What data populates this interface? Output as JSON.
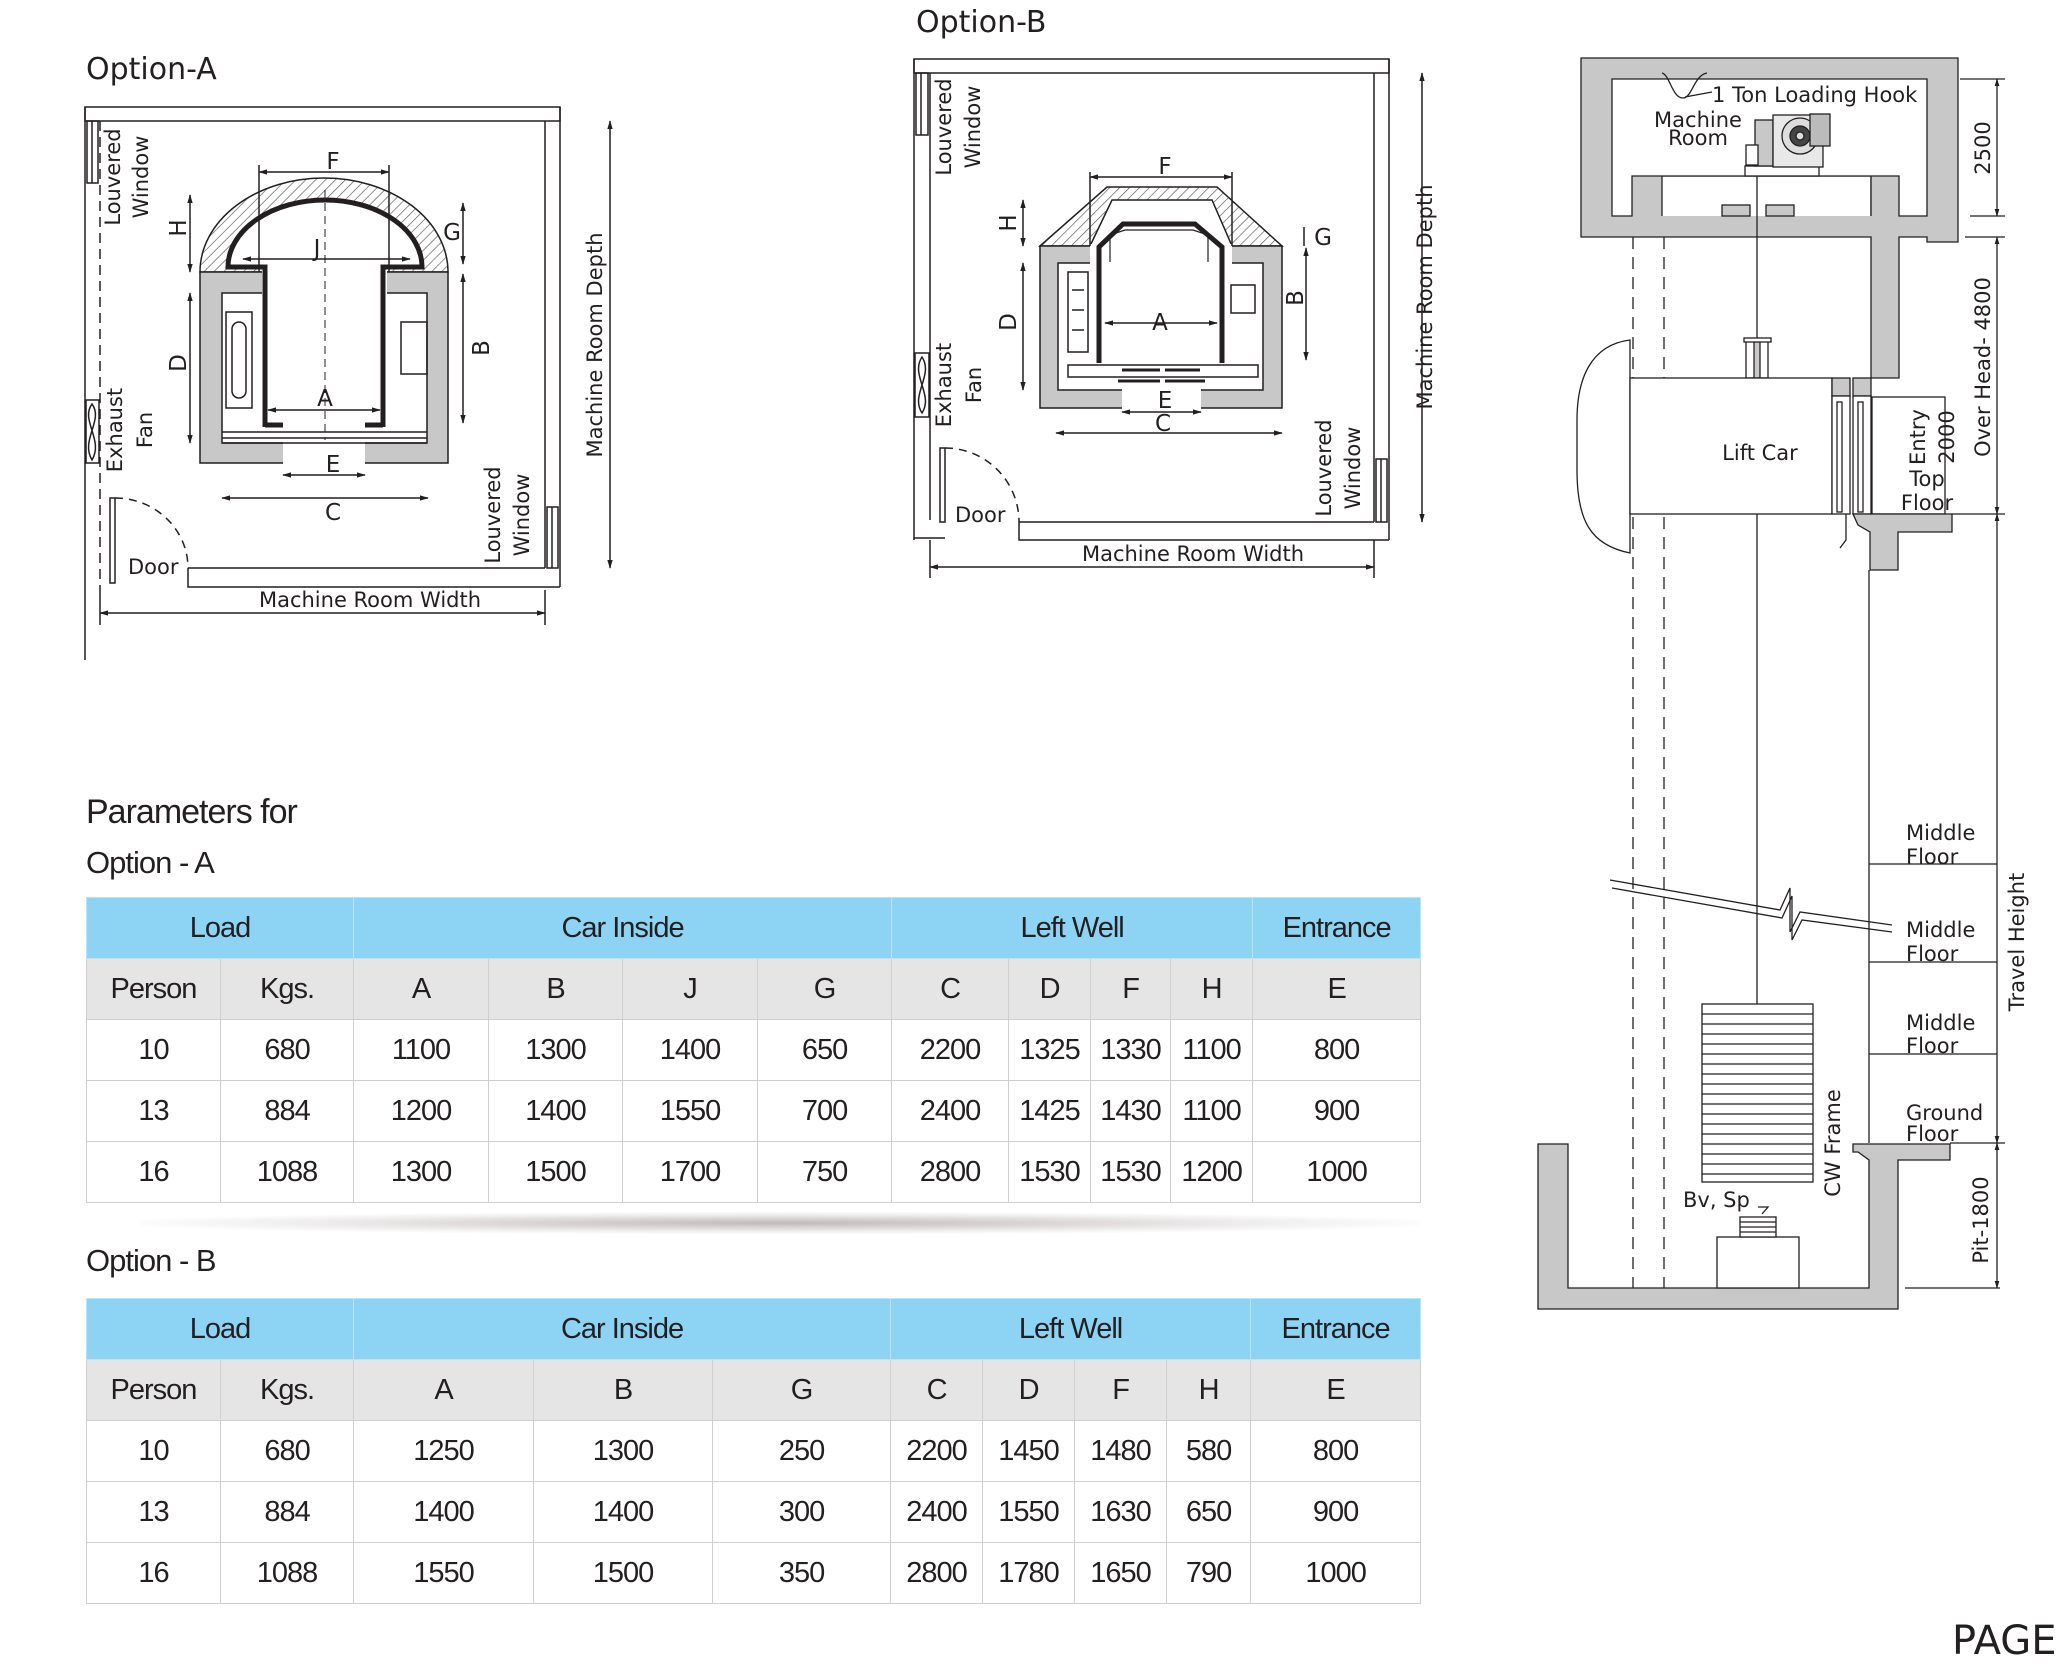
{
  "option_a": {
    "title": "Option-A",
    "labels": {
      "louvered_window_1a": "Louvered",
      "louvered_window_1b": "Window",
      "exhaust_a": "Exhaust",
      "exhaust_b": "Fan",
      "door": "Door",
      "louvered_window_2a": "Louvered",
      "louvered_window_2b": "Window",
      "width": "Machine Room Width",
      "depth": "Machine Room Depth"
    },
    "dims": {
      "F": "F",
      "H": "H",
      "J": "J",
      "G": "G",
      "D": "D",
      "B": "B",
      "A": "A",
      "E": "E",
      "C": "C"
    }
  },
  "option_b": {
    "title": "Option-B",
    "labels": {
      "louvered_window_1a": "Louvered",
      "louvered_window_1b": "Window",
      "exhaust_a": "Exhaust",
      "exhaust_b": "Fan",
      "door": "Door",
      "louvered_window_2a": "Louvered",
      "louvered_window_2b": "Window",
      "width": "Machine Room Width",
      "depth": "Machine Room Depth"
    },
    "dims": {
      "F": "F",
      "H": "H",
      "G": "G",
      "D": "D",
      "B": "B",
      "A": "A",
      "E": "E",
      "C": "C"
    }
  },
  "section": {
    "hook": "1 Ton Loading Hook",
    "machine_room_1": "Machine",
    "machine_room_2": "Room",
    "dim_2500": "2500",
    "overhead": "Over Head- 4800",
    "lift_car": "Lift Car",
    "entry_1": "Entry",
    "entry_2": "2000",
    "top_floor_1": "Top",
    "top_floor_2": "Floor",
    "middle_floor_1": "Middle",
    "middle_floor_2": "Floor",
    "ground_floor_1": "Ground",
    "ground_floor_2": "Floor",
    "travel_height": "Travel Height",
    "cw_frame": "CW Frame",
    "bv_sp": "Bv, Sp",
    "pit": "Pit-1800"
  },
  "parameters": {
    "title": "Parameters for",
    "table_a": {
      "caption": "Option - A",
      "groups": [
        "Load",
        "Car Inside",
        "Left Well",
        "Entrance"
      ],
      "columns": [
        "Person",
        "Kgs.",
        "A",
        "B",
        "J",
        "G",
        "C",
        "D",
        "F",
        "H",
        "E"
      ],
      "rows": [
        [
          "10",
          "680",
          "1100",
          "1300",
          "1400",
          "650",
          "2200",
          "1325",
          "1330",
          "1100",
          "800"
        ],
        [
          "13",
          "884",
          "1200",
          "1400",
          "1550",
          "700",
          "2400",
          "1425",
          "1430",
          "1100",
          "900"
        ],
        [
          "16",
          "1088",
          "1300",
          "1500",
          "1700",
          "750",
          "2800",
          "1530",
          "1530",
          "1200",
          "1000"
        ]
      ]
    },
    "table_b": {
      "caption": "Option - B",
      "groups": [
        "Load",
        "Car Inside",
        "Left Well",
        "Entrance"
      ],
      "columns": [
        "Person",
        "Kgs.",
        "A",
        "B",
        "G",
        "C",
        "D",
        "F",
        "H",
        "E"
      ],
      "rows": [
        [
          "10",
          "680",
          "1250",
          "1300",
          "250",
          "2200",
          "1450",
          "1480",
          "580",
          "800"
        ],
        [
          "13",
          "884",
          "1400",
          "1400",
          "300",
          "2400",
          "1550",
          "1630",
          "650",
          "900"
        ],
        [
          "16",
          "1088",
          "1550",
          "1500",
          "350",
          "2800",
          "1780",
          "1650",
          "790",
          "1000"
        ]
      ]
    }
  },
  "footer": {
    "page": "PAGE"
  },
  "colors": {
    "header_blue": "#8cd3f4",
    "subheader_gray": "#e5e5e5",
    "wall_gray": "#c8c8c8"
  }
}
